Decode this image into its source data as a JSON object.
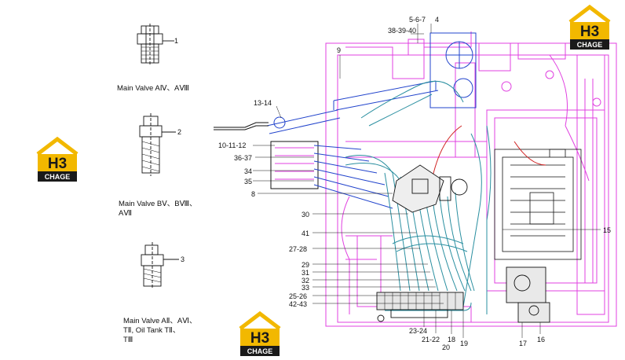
{
  "captions": {
    "valve1": "Main Valve AⅣ、AⅧ",
    "valve2_line1": "Main Valve BⅤ、BⅧ、",
    "valve2_line2": "AⅦ",
    "valve3_line1": "Main Valve AⅡ、AⅥ、",
    "valve3_line2": "TⅡ, Oil Tank TⅡ、",
    "valve3_line3": "TⅢ"
  },
  "fitting_labels": [
    "1",
    "2",
    "3"
  ],
  "part_labels": {
    "p5_6_7": "5-6-7",
    "p4": "4",
    "p38_39_40": "38-39-40",
    "p9": "9",
    "p13_14": "13-14",
    "p10_11_12": "10-11-12",
    "p36_37": "36-37",
    "p34": "34",
    "p35": "35",
    "p8": "8",
    "p30": "30",
    "p41": "41",
    "p27_28": "27-28",
    "p29": "29",
    "p31": "31",
    "p32": "32",
    "p33": "33",
    "p25_26": "25-26",
    "p42_43": "42-43",
    "p23_24": "23-24",
    "p21_22": "21-22",
    "p18": "18",
    "p20": "20",
    "p19": "19",
    "p17": "17",
    "p16": "16",
    "p15": "15"
  },
  "logo": {
    "text": "H3",
    "subtext": "CHAGE"
  },
  "colors": {
    "frame": "#e040e0",
    "hose": "#2a8fa0",
    "blue": "#2244cc",
    "outline": "#111111",
    "red": "#d02020",
    "logo_yellow": "#f2b800"
  }
}
